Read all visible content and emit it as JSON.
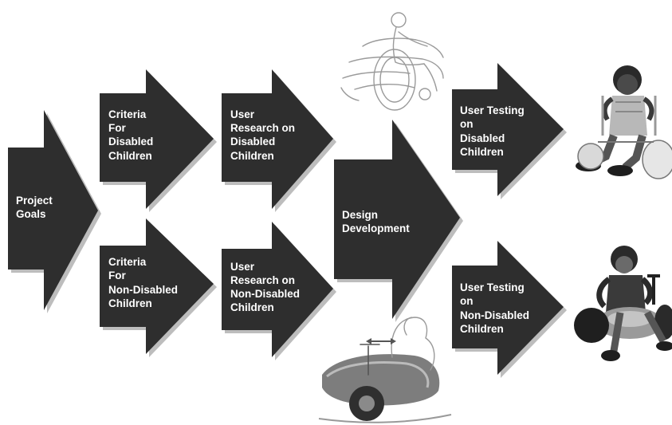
{
  "diagram": {
    "nodes": [
      {
        "id": "project-goals",
        "lines": [
          "Project",
          "Goals"
        ]
      },
      {
        "id": "criteria-disabled",
        "lines": [
          "Criteria",
          "For",
          "Disabled",
          "Children"
        ]
      },
      {
        "id": "criteria-non-disabled",
        "lines": [
          "Criteria",
          "For",
          "Non-Disabled",
          "Children"
        ]
      },
      {
        "id": "research-disabled",
        "lines": [
          "User",
          "Research on",
          "Disabled",
          "Children"
        ]
      },
      {
        "id": "research-non-disabled",
        "lines": [
          "User",
          "Research on",
          "Non-Disabled",
          "Children"
        ]
      },
      {
        "id": "design-development",
        "lines": [
          "Design",
          "Development"
        ]
      },
      {
        "id": "testing-disabled",
        "lines": [
          "User Testing",
          "on",
          "Disabled",
          "Children"
        ]
      },
      {
        "id": "testing-non-disabled",
        "lines": [
          "User Testing",
          "on",
          "Non-Disabled",
          "Children"
        ]
      }
    ],
    "images": [
      {
        "id": "wheelchair-sketch-photo",
        "description_icon": "wheelchair-sketch"
      },
      {
        "id": "ride-on-toy-render-photo",
        "description_icon": "ride-on-toy-render"
      },
      {
        "id": "child-on-wheelchair-toy-photo",
        "description_icon": "child-photo"
      },
      {
        "id": "boy-on-ride-on-toy-photo",
        "description_icon": "child-photo"
      }
    ],
    "colors": {
      "arrow": "#2e2e2e",
      "shadow": "#bdbdbd",
      "label": "#ffffff"
    }
  }
}
